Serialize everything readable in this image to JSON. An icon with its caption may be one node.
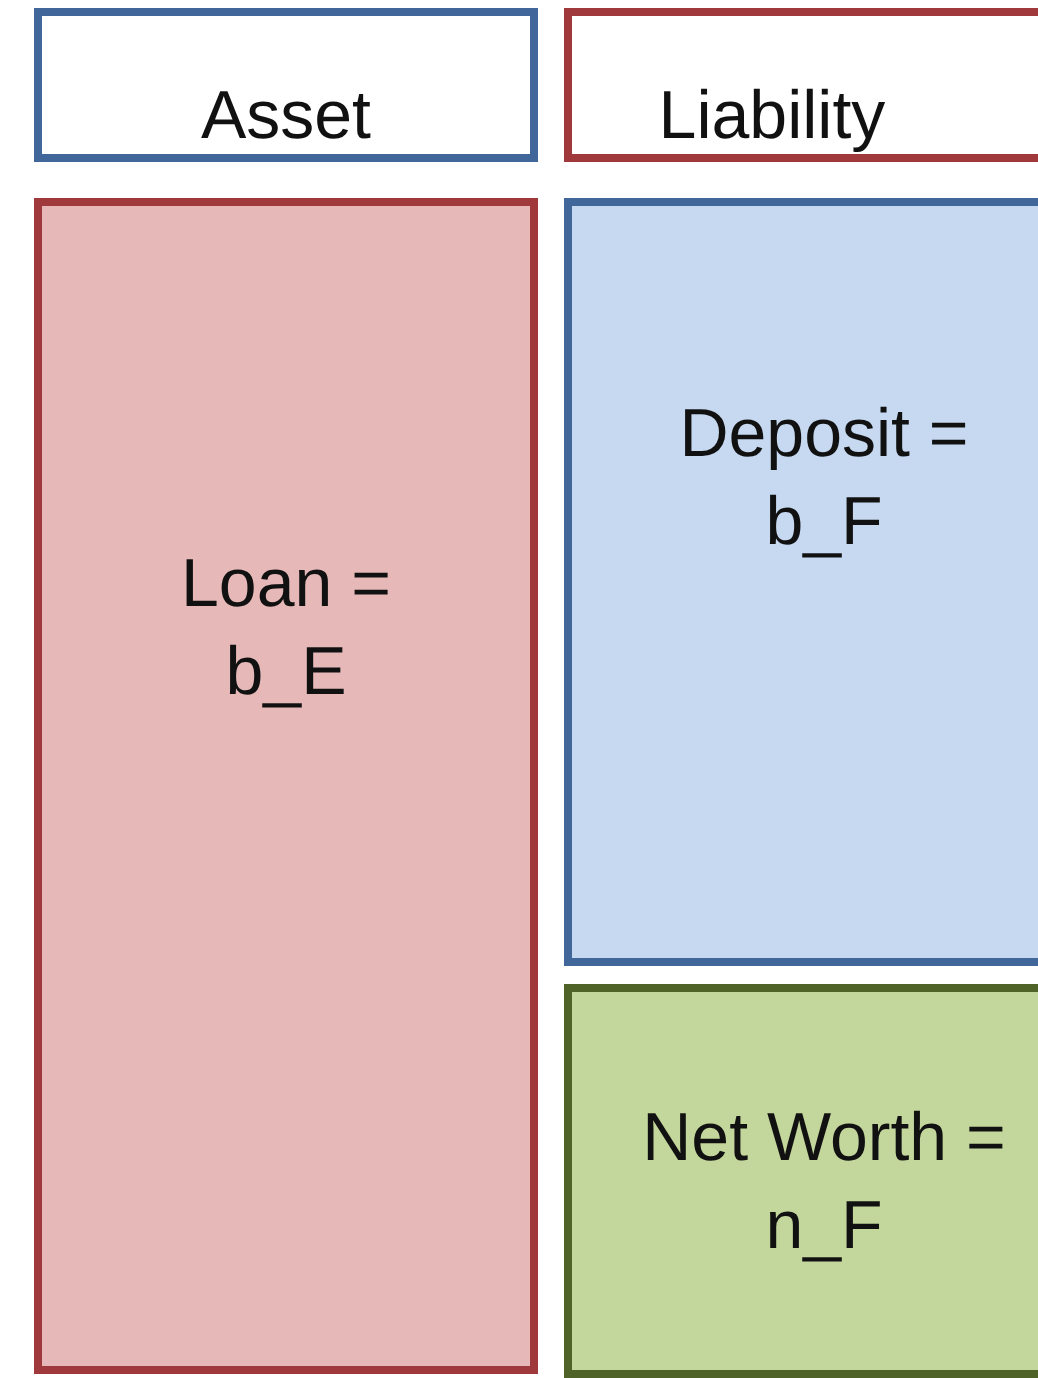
{
  "diagram": {
    "nodes": [
      {
        "text": [
          "Asset"
        ]
      },
      {
        "text": [
          "Liability"
        ]
      },
      {
        "text": [
          "Loan = b_E"
        ]
      },
      {
        "text": [
          "Deposit = b_F"
        ]
      },
      {
        "text": [
          "Net Worth = n_F"
        ]
      }
    ]
  }
}
